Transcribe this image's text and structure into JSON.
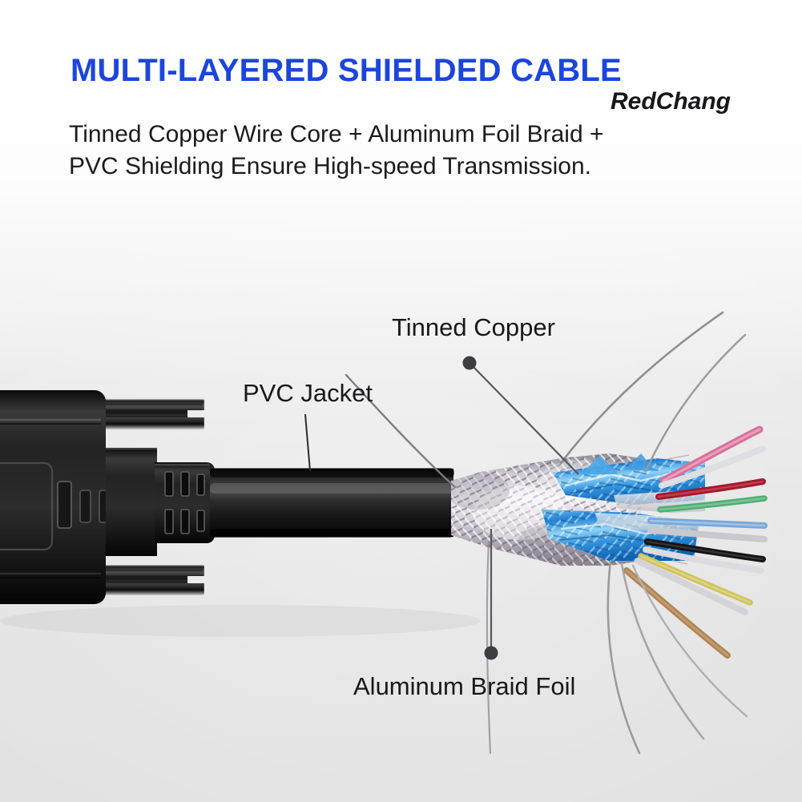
{
  "header": {
    "title": "MULTI-LAYERED SHIELDED CABLE",
    "title_color": "#1b46dd",
    "watermark": "RedChang",
    "subtitle_line1": "Tinned Copper Wire Core + Aluminum Foil Braid +",
    "subtitle_line2": "PVC Shielding Ensure High-speed Transmission."
  },
  "callouts": [
    {
      "id": "tinned-copper",
      "label": "Tinned Copper",
      "dot": true,
      "target": "inner conductor bundle"
    },
    {
      "id": "pvc-jacket",
      "label": "PVC Jacket",
      "dot": false,
      "target": "black outer cable jacket"
    },
    {
      "id": "aluminum-braid",
      "label": "Aluminum Braid Foil",
      "dot": true,
      "target": "silver braided shield"
    }
  ],
  "diagram": {
    "subject": "VGA / D-Sub connector with cut-away multi-layer shielded cable",
    "background_color": "#e3e3e3",
    "layers": [
      {
        "name": "PVC Jacket",
        "color": "#1b1b1b"
      },
      {
        "name": "Aluminum Braid Foil",
        "color": "#b9b4bd"
      },
      {
        "name": "Mylar Foil",
        "color": "#2f8fe0"
      },
      {
        "name": "Tinned Copper Core",
        "color": "#d8d8dc"
      }
    ],
    "connector": {
      "type": "d-sub-hood",
      "color": "#1a1a1a",
      "thumbscrews": 2,
      "strain_relief_ridges": 4
    },
    "wires": [
      {
        "name": "pink",
        "color": "#d9709c"
      },
      {
        "name": "white-upper",
        "color": "#d7d7db"
      },
      {
        "name": "red",
        "color": "#a3182a"
      },
      {
        "name": "green",
        "color": "#4fae72"
      },
      {
        "name": "blue",
        "color": "#79a7d8"
      },
      {
        "name": "gray",
        "color": "#c3c3c8"
      },
      {
        "name": "black",
        "color": "#141414"
      },
      {
        "name": "white-lower",
        "color": "#dcdce0"
      },
      {
        "name": "yellow",
        "color": "#cfc35c"
      },
      {
        "name": "white-mid",
        "color": "#d3d3d8"
      },
      {
        "name": "brown",
        "color": "#b08556"
      },
      {
        "name": "drain-1",
        "color": "#9a9a9f"
      },
      {
        "name": "drain-2",
        "color": "#a6a6ab"
      },
      {
        "name": "drain-3",
        "color": "#9e9ea3"
      },
      {
        "name": "drain-top",
        "color": "#8e8e93"
      }
    ]
  }
}
